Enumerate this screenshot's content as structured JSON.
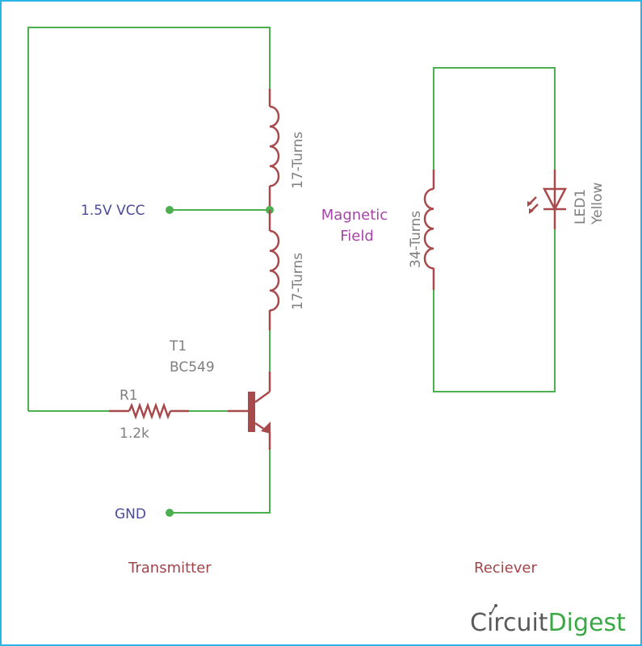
{
  "colors": {
    "wire": "#4caf50",
    "component": "#a84a4c",
    "net_label": "#4a4a9c",
    "part_label": "#7f7f7f",
    "section_label": "#a0454a",
    "field_label": "#a545a5",
    "border": "#29b6e6",
    "logo_circuit": "#5a5a5a",
    "logo_digest": "#3aa845"
  },
  "transmitter": {
    "section_label": "Transmitter",
    "vcc_label": "1.5V VCC",
    "gnd_label": "GND",
    "coil_top_label": "17-Turns",
    "coil_bottom_label": "17-Turns",
    "transistor": {
      "ref": "T1",
      "value": "BC549"
    },
    "resistor": {
      "ref": "R1",
      "value": "1.2k"
    }
  },
  "field": {
    "line1": "Magnetic",
    "line2": "Field"
  },
  "receiver": {
    "section_label": "Reciever",
    "coil_label": "34-Turns",
    "led": {
      "ref": "LED1",
      "value": "Yellow"
    }
  },
  "logo": {
    "part1": "Circuit",
    "part2": "Digest"
  }
}
